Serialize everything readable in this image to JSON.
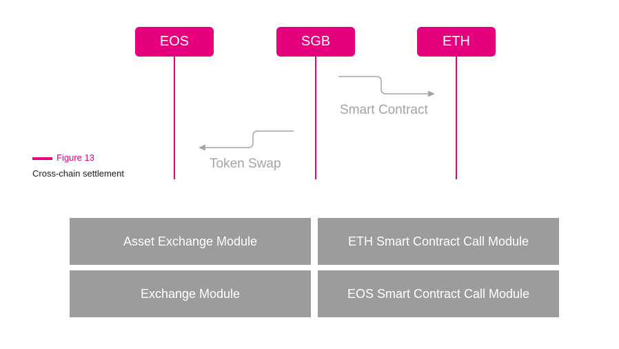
{
  "colors": {
    "accent": "#e6007e",
    "flow_gray": "#a3a3a3",
    "module_bg": "#9c9c9c"
  },
  "chains": {
    "eos": "EOS",
    "sgb": "SGB",
    "eth": "ETH"
  },
  "flows": {
    "smart_contract": "Smart Contract",
    "token_swap": "Token Swap"
  },
  "figure": {
    "number": "Figure 13",
    "caption": "Cross-chain settlement"
  },
  "modules": {
    "asset_exchange": "Asset Exchange Module",
    "eth_contract_call": "ETH Smart Contract Call Module",
    "exchange": "Exchange Module",
    "eos_contract_call": "EOS Smart Contract Call Module"
  }
}
